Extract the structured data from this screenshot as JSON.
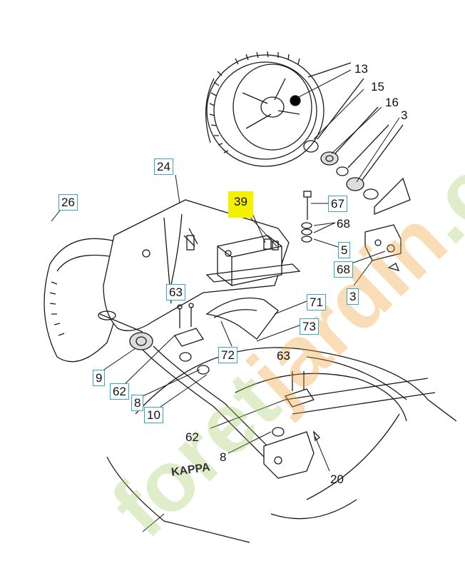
{
  "watermark": {
    "text_main": "foret",
    "text_accent": "jardin",
    "text_end": ".com"
  },
  "brand_text": "KAPPA",
  "labels": {
    "p13": "13",
    "p15": "15",
    "p16": "16",
    "p3a": "3",
    "p24": "24",
    "p26": "26",
    "p39": "39",
    "p67": "67",
    "p68a": "68",
    "p5": "5",
    "p68b": "68",
    "p3b": "3",
    "p63a": "63",
    "p71": "71",
    "p73": "73",
    "p72": "72",
    "p9": "9",
    "p62a": "62",
    "p8a": "8",
    "p10": "10",
    "p63b": "63",
    "p62b": "62",
    "p8b": "8",
    "p20": "20"
  },
  "colors": {
    "line": "#1a1a1a",
    "label_box": "#3aa6c8",
    "highlight": "#f3f000",
    "watermark_green": "#a8cc6a",
    "watermark_orange": "#f0a030"
  }
}
